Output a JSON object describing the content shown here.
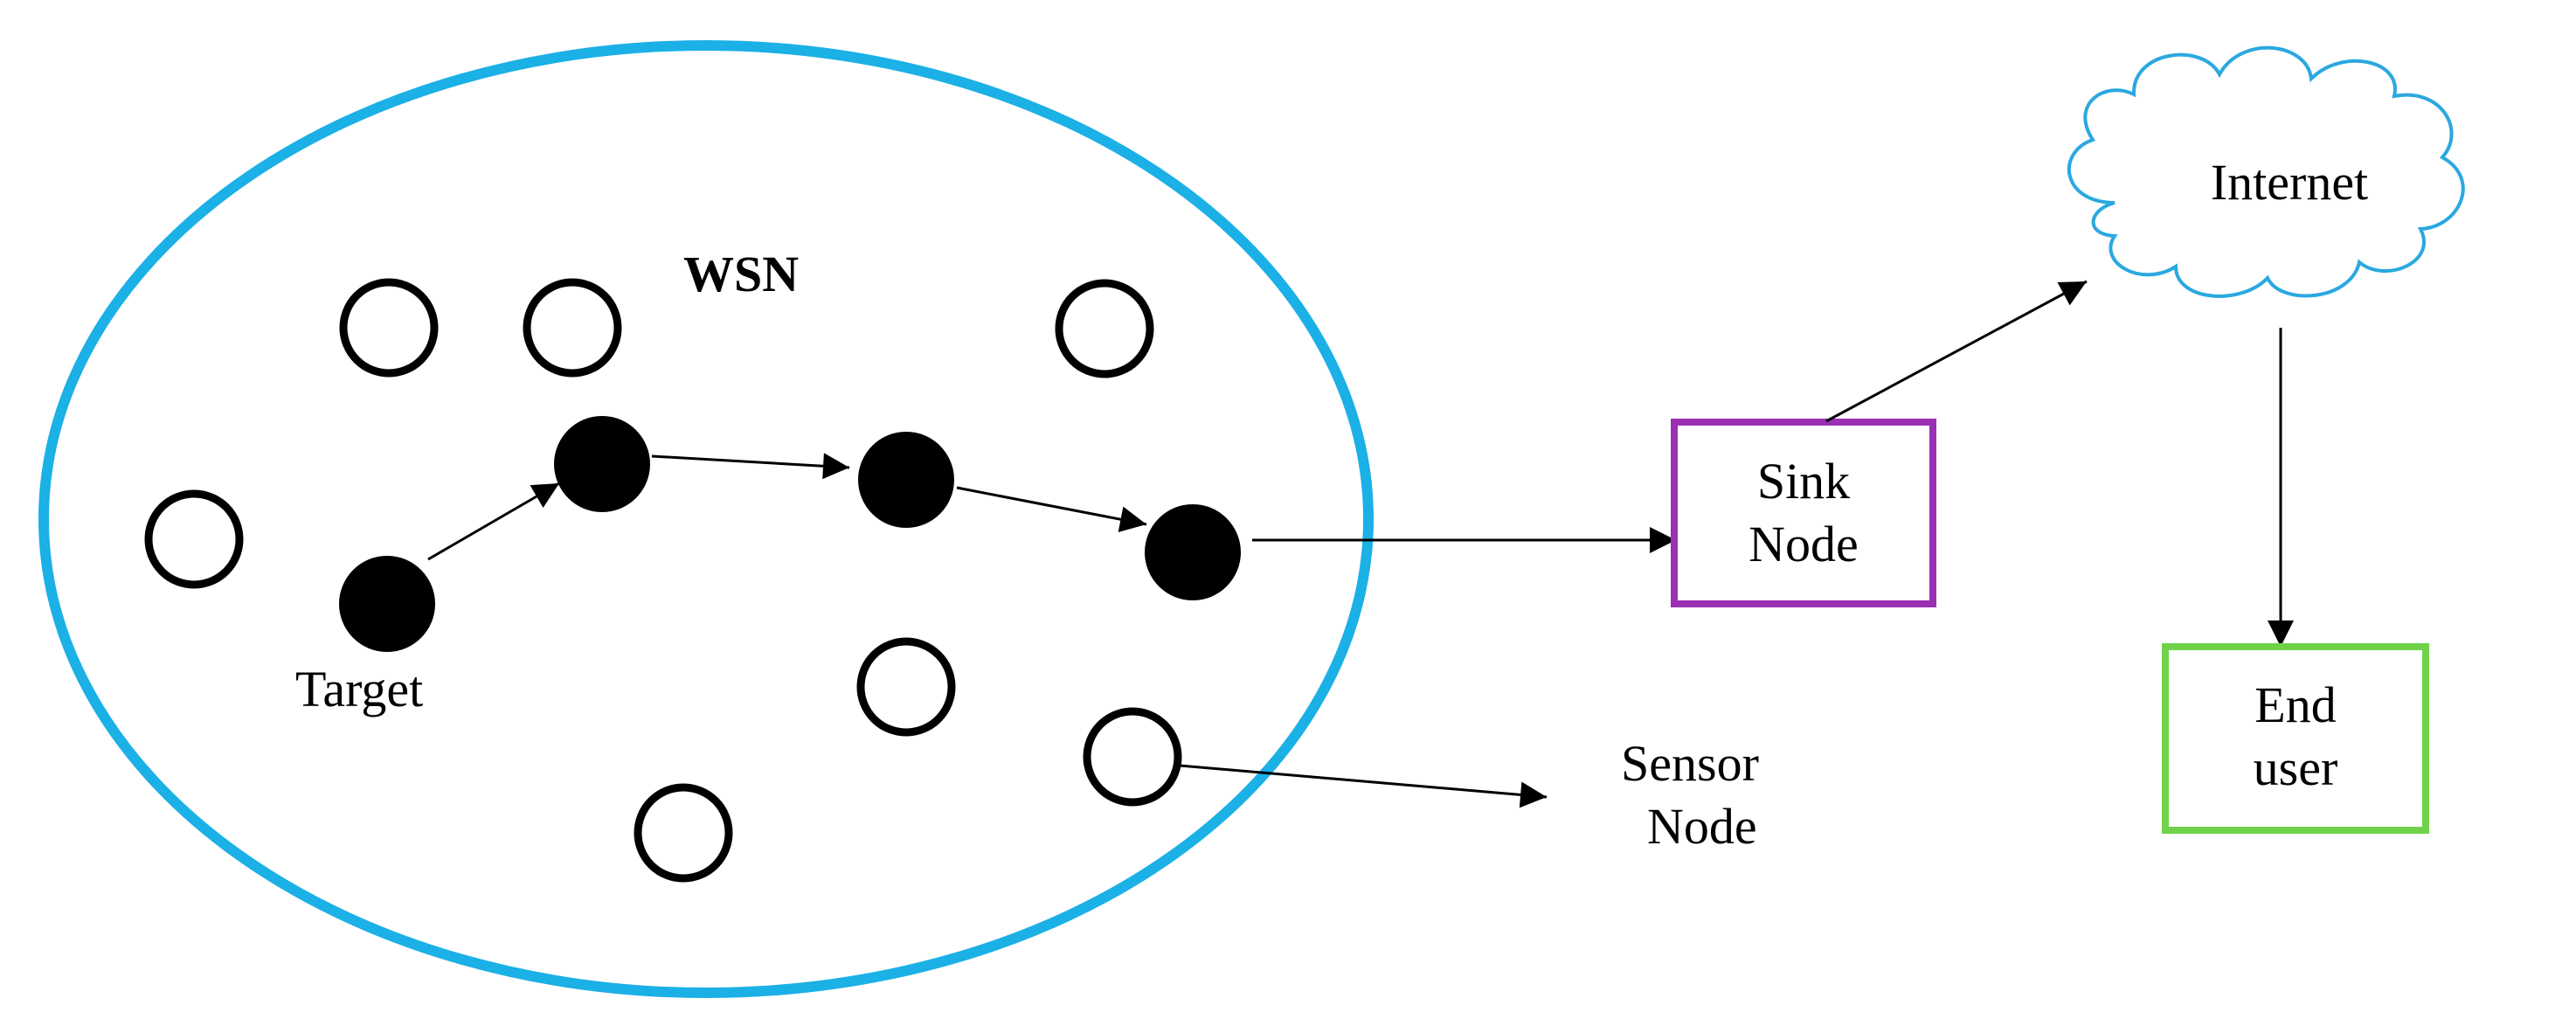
{
  "labels": {
    "network": "WSN",
    "target": "Target",
    "sink_line1": "Sink",
    "sink_line2": "Node",
    "internet": "Internet",
    "end_user_line1": "End",
    "end_user_line2": "user",
    "sensor_line1": "Sensor",
    "sensor_line2": "Node"
  },
  "colors": {
    "network_boundary": "#1bb0e6",
    "sink_box": "#9b30b5",
    "end_user_box": "#6fd24a",
    "cloud": "#2aa8e0",
    "node": "#000000"
  },
  "node_roles": {
    "active": "filled-circle",
    "idle": "open-circle"
  }
}
